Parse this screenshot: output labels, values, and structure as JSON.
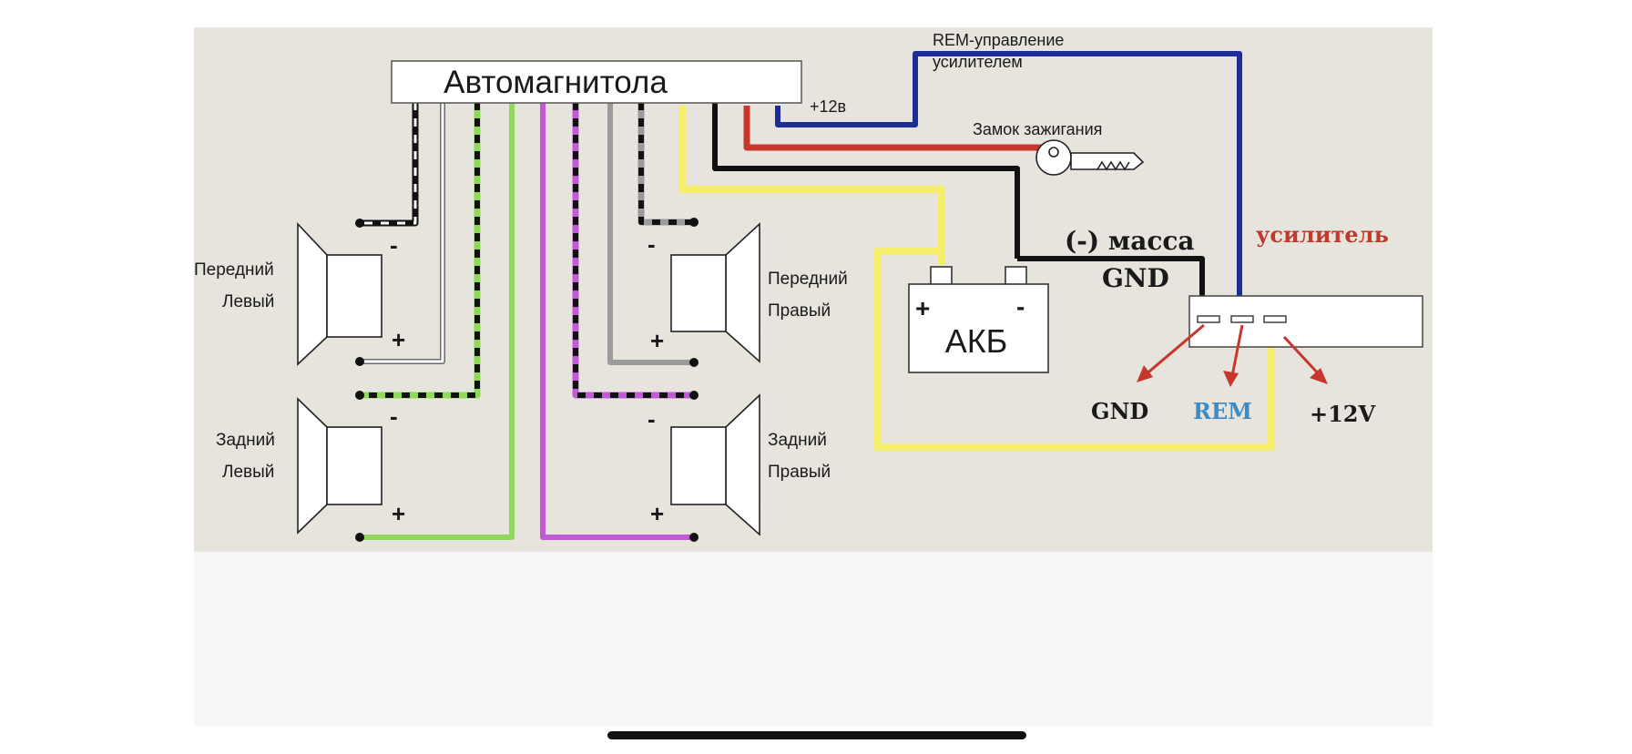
{
  "head_unit": {
    "label": "Автомагнитола",
    "plus12_label": "+12в"
  },
  "rem_note": {
    "line1": "REM-управление",
    "line2": "усилителем"
  },
  "ignition": {
    "label": "Замок зажигания"
  },
  "speakers": {
    "front_left": {
      "line1": "Передний",
      "line2": "Левый"
    },
    "front_right": {
      "line1": "Передний",
      "line2": "Правый"
    },
    "rear_left": {
      "line1": "Задний",
      "line2": "Левый"
    },
    "rear_right": {
      "line1": "Задний",
      "line2": "Правый"
    },
    "minus": "-",
    "plus": "+"
  },
  "battery": {
    "label": "АКБ",
    "plus": "+",
    "minus": "-"
  },
  "ground": {
    "line1": "(-) масса",
    "line2": "GND"
  },
  "amplifier": {
    "label": "усилитель",
    "terminals": {
      "gnd": "GND",
      "rem": "REM",
      "plus12": "+12V"
    }
  },
  "colors": {
    "background": "#e6e4dd",
    "wire_black": "#111111",
    "wire_red": "#c8372d",
    "wire_blue": "#1d2d96",
    "wire_yellow": "#f4ee6a",
    "wire_green": "#8fd85a",
    "wire_purple": "#c25ad8",
    "wire_gray": "#9b9b9b",
    "amp_label": "#c0392b",
    "rem_label": "#3a8cc8"
  }
}
